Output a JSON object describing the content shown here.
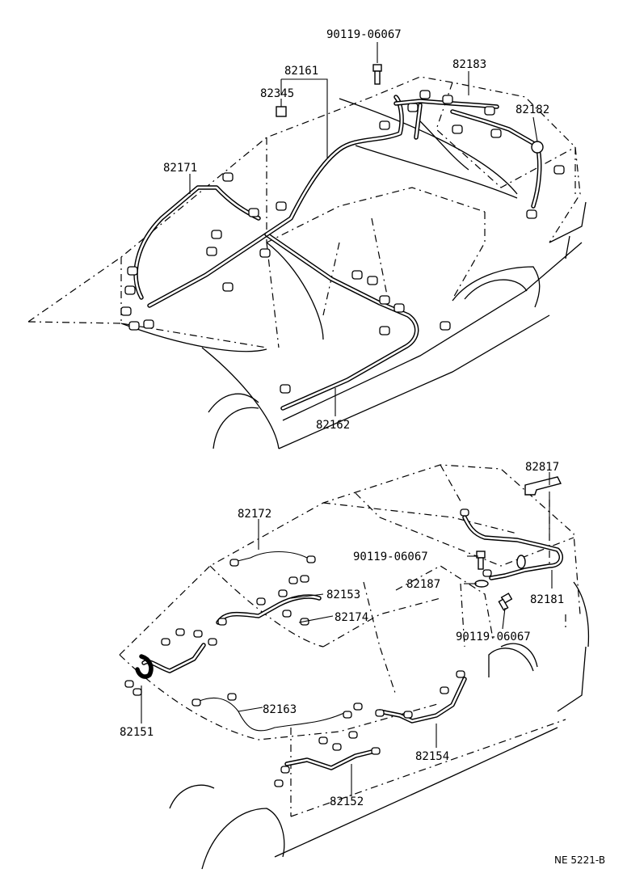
{
  "labels": {
    "top_bolt": "90119-06067",
    "harness_82161": "82161",
    "clamp_82345": "82345",
    "harness_82183": "82183",
    "harness_82182": "82182",
    "harness_82171": "82171",
    "harness_82162": "82162",
    "bracket_82817": "82817",
    "harness_82172": "82172",
    "bolt_mid": "90119-06067",
    "harness_82187": "82187",
    "harness_82153": "82153",
    "harness_82181": "82181",
    "harness_82174": "82174",
    "bolt_low": "90119-06067",
    "harness_82151": "82151",
    "harness_82163": "82163",
    "harness_82154": "82154",
    "harness_82152": "82152"
  },
  "figure_code": "NE 5221-B"
}
